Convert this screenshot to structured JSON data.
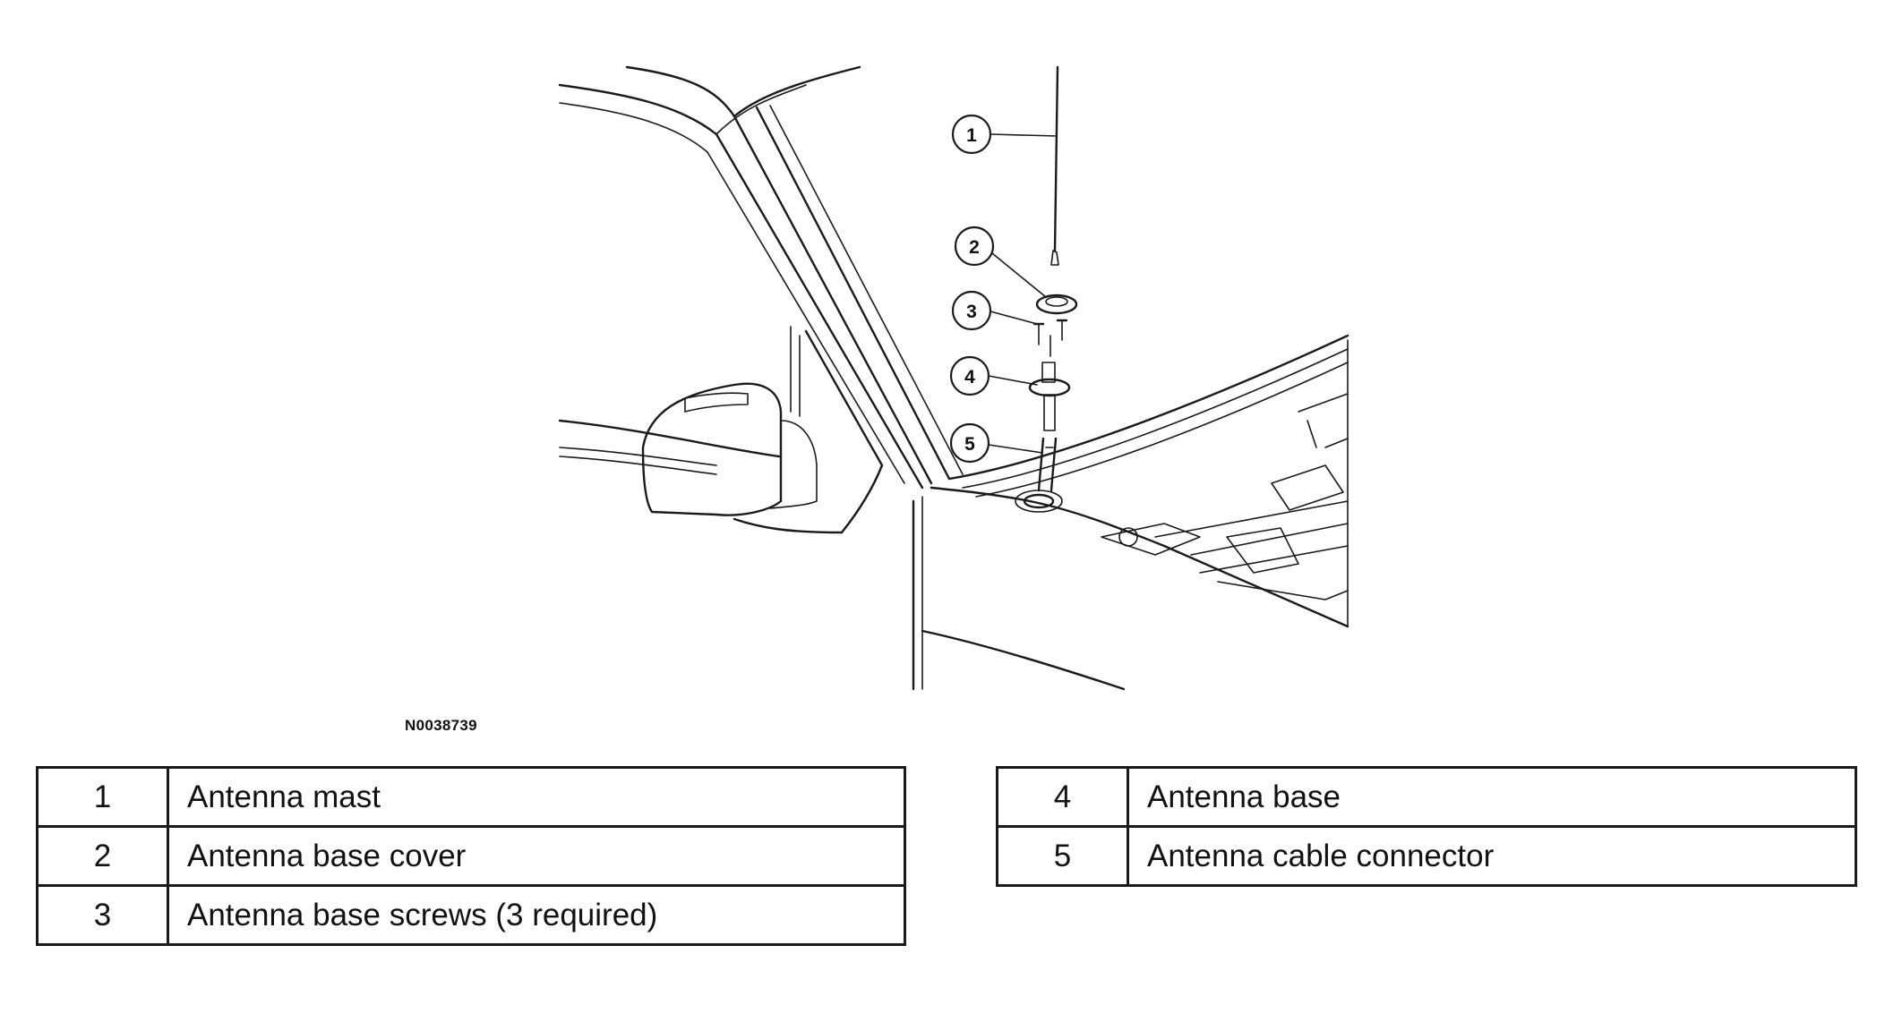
{
  "figure": {
    "id": "N0038739",
    "callouts": [
      "1",
      "2",
      "3",
      "4",
      "5"
    ]
  },
  "legend": {
    "left": [
      {
        "num": "1",
        "label": "Antenna mast"
      },
      {
        "num": "2",
        "label": "Antenna base cover"
      },
      {
        "num": "3",
        "label": "Antenna base screws (3 required)"
      }
    ],
    "right": [
      {
        "num": "4",
        "label": "Antenna base"
      },
      {
        "num": "5",
        "label": "Antenna cable connector"
      }
    ]
  }
}
